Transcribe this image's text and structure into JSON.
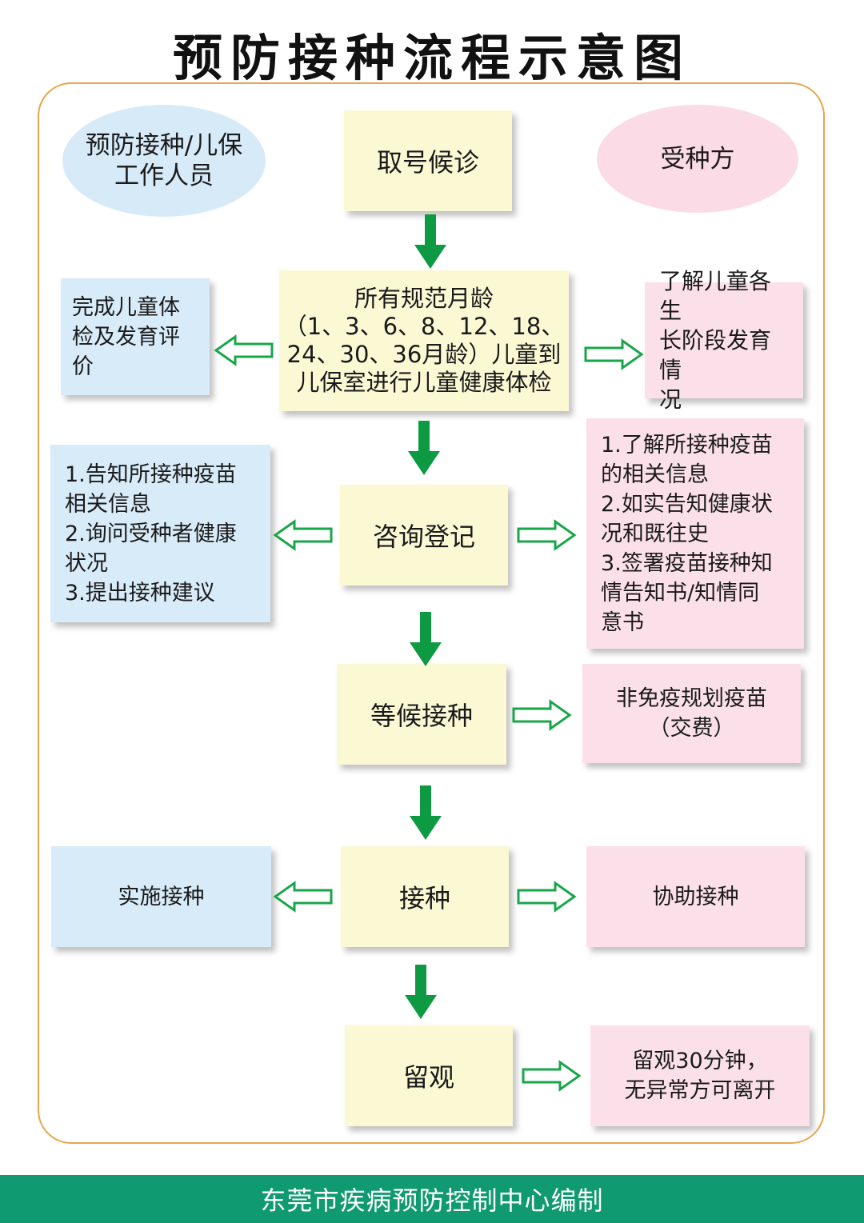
{
  "title": "预防接种流程示意图",
  "colors": {
    "frame": "#e8a64a",
    "arrow_down": "#0e9a43",
    "arrow_side": "#19a64a",
    "center_box": "#fbf8d4",
    "staff_box": "#d8ebf8",
    "recipient_box": "#fbe0ea",
    "footer_bg": "#0f9a72"
  },
  "headers": {
    "staff": "预防接种/儿保\n工作人员",
    "recipient": "受种方"
  },
  "steps": [
    {
      "label": "取号候诊"
    },
    {
      "label": "所有规范月龄\n（1、3、6、8、12、18、\n24、30、36月龄）儿童到\n儿保室进行儿童健康体检"
    },
    {
      "label": "咨询登记"
    },
    {
      "label": "等候接种"
    },
    {
      "label": "接种"
    },
    {
      "label": "留观"
    }
  ],
  "staff_notes": {
    "checkup": "完成儿童体\n检及发育评\n价",
    "consult": "1.告知所接种疫苗\n相关信息\n2.询问受种者健康\n状况\n3.提出接种建议",
    "vaccinate": "实施接种"
  },
  "recipient_notes": {
    "checkup": "了解儿童各生\n长阶段发育情\n况",
    "consult": "1.了解所接种疫苗\n的相关信息\n2.如实告知健康状\n况和既往史\n3.签署疫苗接种知\n情告知书/知情同\n意书",
    "wait": "非免疫规划疫苗\n（交费）",
    "vaccinate": "协助接种",
    "observe": "留观30分钟，\n无异常方可离开"
  },
  "footer": "东莞市疾病预防控制中心编制"
}
